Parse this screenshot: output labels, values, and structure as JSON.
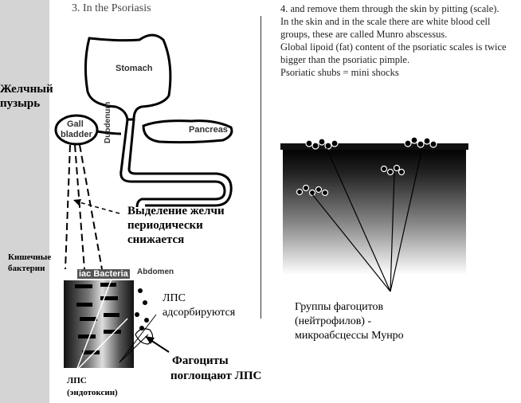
{
  "left_title": "3. In the Psoriasis",
  "right_text": [
    "4. and remove them through the skin by pitting (scale).",
    "In the skin and in the scale there are white blood cell groups, these are called Munro abscessus.",
    "Global lipoid (fat) content of the psoriatic scales is twice bigger than the psoriatic pimple.",
    "Psoriatic shubs = mini shocks"
  ],
  "organs": {
    "stomach": "Stomach",
    "gall_bladder_1": "Gall",
    "gall_bladder_2": "bladder",
    "duodenum": "Duodenum",
    "pancreas": "Pancreas",
    "bacteria": "iac Bacteria",
    "abdomen": "Abdomen"
  },
  "labels": {
    "gallbladder_ru_1": "Желчный",
    "gallbladder_ru_2": "пузырь",
    "bile_1": "Выделение желчи",
    "bile_2": "периодически",
    "bile_3": "снижается",
    "bacteria_ru_1": "Кишечные",
    "bacteria_ru_2": "бактерии",
    "lps_abs_1": "ЛПС",
    "lps_abs_2": "адсорбируются",
    "phago_1": "Фагоциты",
    "phago_2": "поглощают ЛПС",
    "lps_1": "ЛПС",
    "lps_2": "(эндотоксин)",
    "munro_1": "Группы фагоцитов",
    "munro_2": "(нейтрофилов) -",
    "munro_3": "микроабсцессы Мунро"
  }
}
